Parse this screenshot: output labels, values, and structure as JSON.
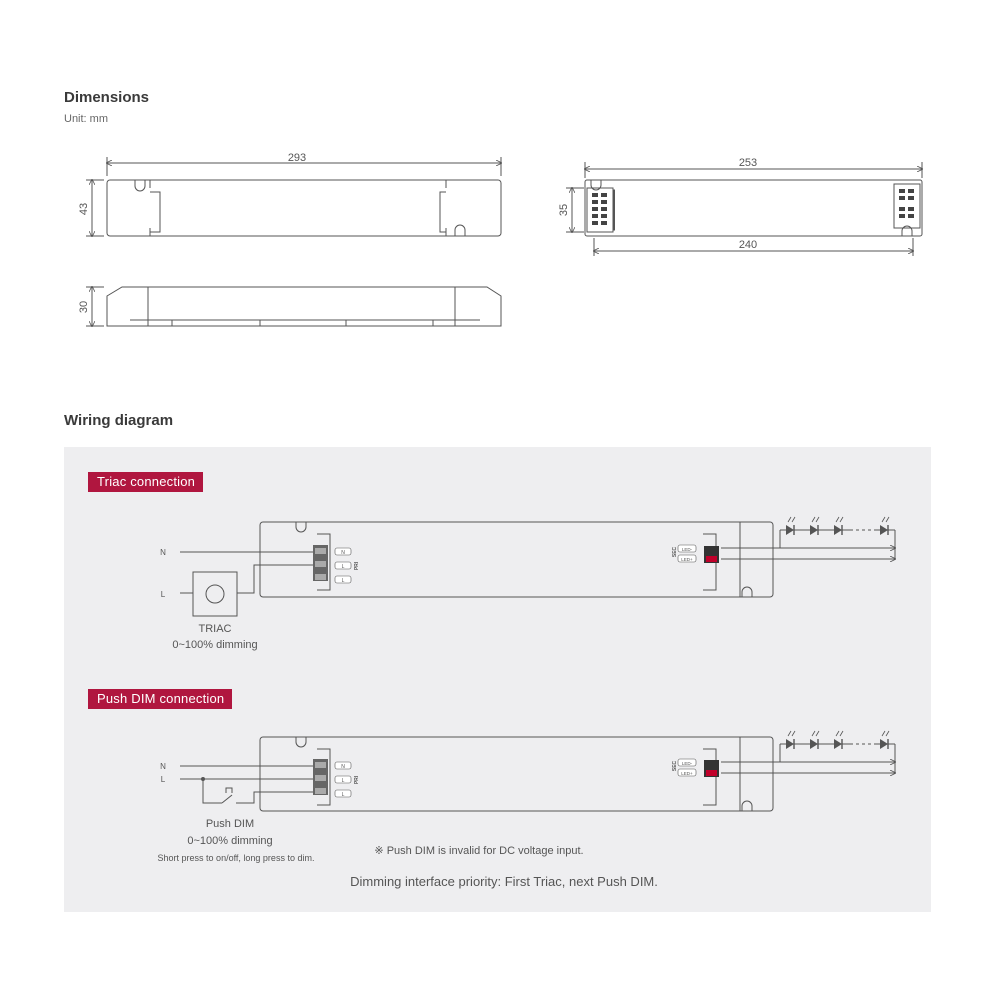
{
  "dimensions": {
    "heading": "Dimensions",
    "unit": "Unit: mm",
    "top_view": {
      "length": "293",
      "height": "43"
    },
    "side_view": {
      "height": "30"
    },
    "end_view": {
      "length": "253",
      "height": "35",
      "inner_length": "240"
    }
  },
  "wiring": {
    "heading": "Wiring diagram",
    "triac": {
      "tag": "Triac connection",
      "n": "N",
      "l": "L",
      "device": "TRIAC",
      "range": "0~100% dimming"
    },
    "pushdim": {
      "tag": "Push DIM connection",
      "n": "N",
      "l": "L",
      "device": "Push DIM",
      "range": "0~100% dimming",
      "instruction": "Short press to on/off, long press to dim.",
      "note": "※ Push DIM is invalid for DC voltage input."
    },
    "driver": {
      "pri": "PRI",
      "sec": "SEC",
      "term_n": "N",
      "term_l": "L",
      "term_l2": "L",
      "led_minus": "LED-",
      "led_plus": "LED+"
    },
    "priority": "Dimming interface priority: First Triac, next Push DIM."
  },
  "colors": {
    "accent": "#b0163f",
    "panel": "#eeeef0",
    "line": "#555555"
  }
}
